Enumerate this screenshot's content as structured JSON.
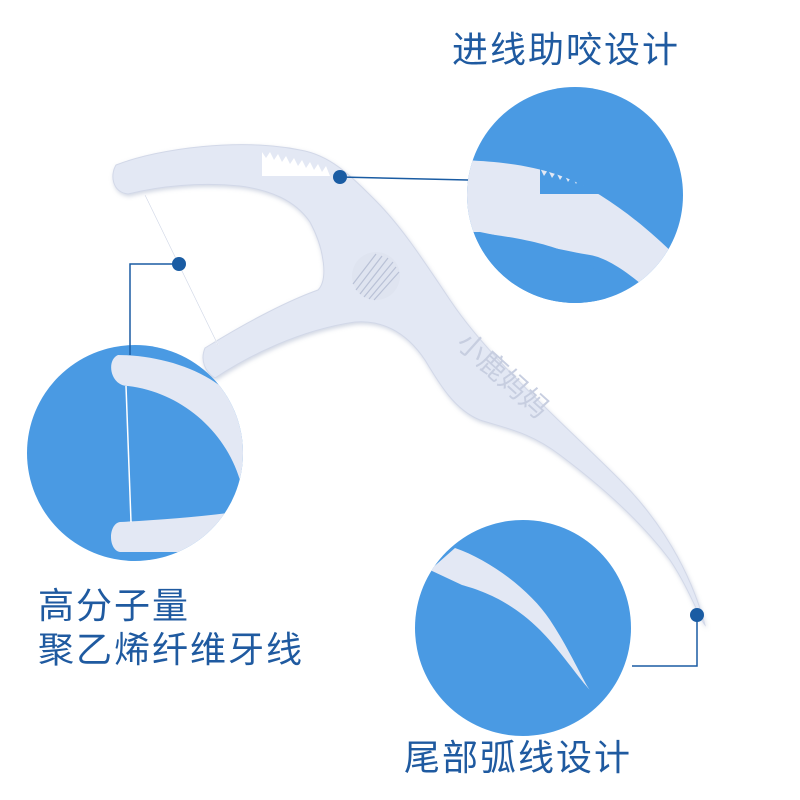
{
  "product": {
    "brand_emboss": "小鹿妈妈"
  },
  "callouts": {
    "top_right": {
      "title": "进线助咬设计"
    },
    "left": {
      "title_line1": "高分子量",
      "title_line2": "聚乙烯纤维牙线"
    },
    "bottom_right": {
      "title": "尾部弧线设计"
    }
  },
  "colors": {
    "text_blue": "#1f5aa0",
    "dot_blue": "#1a5ca3",
    "circle_blue": "#4a9ae3",
    "plastic": "#e3e8f4",
    "plastic_shadow": "#c9d0e3",
    "background": "#ffffff"
  }
}
